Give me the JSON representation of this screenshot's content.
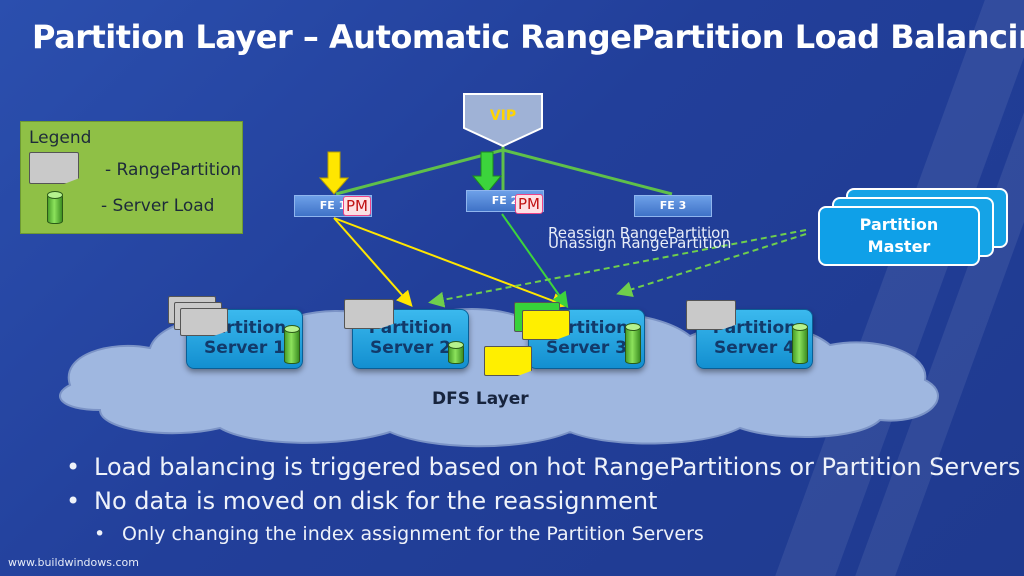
{
  "slide": {
    "title": "Partition Layer – Automatic RangePartition Load Balancing",
    "footer": "www.buildwindows.com"
  },
  "legend": {
    "title": "Legend",
    "range_partition_label": "- RangePartition",
    "server_load_label": "- Server Load"
  },
  "diagram": {
    "vip_label": "VIP",
    "front_ends": [
      "FE 1",
      "FE 2",
      "FE 3"
    ],
    "pm_badge": "PM",
    "annotation_reassign": "Reassign RangePartition",
    "annotation_unassign": "Unassign RangePartition",
    "partition_master": {
      "line1": "Partition",
      "line2": "Master"
    },
    "servers": [
      {
        "line1": "Partition",
        "line2": "Server 1",
        "load": 0.8
      },
      {
        "line1": "Partition",
        "line2": "Server 2",
        "load": 0.4
      },
      {
        "line1": "Partition",
        "line2": "Server 3",
        "load": 0.85
      },
      {
        "line1": "Partition",
        "line2": "Server 4",
        "load": 0.85
      }
    ],
    "dfs_label": "DFS Layer",
    "colors": {
      "accent_yellow": "#ffe600",
      "accent_green": "#3cd43c",
      "arrow_dashed": "#6fcf4c",
      "legend_bg": "#8fc046"
    }
  },
  "bullets": [
    {
      "level": 1,
      "text": "Load balancing is triggered based on hot RangePartitions or Partition Servers"
    },
    {
      "level": 1,
      "text": "No data is moved on disk for the reassignment"
    },
    {
      "level": 2,
      "text": "Only changing the index assignment for the Partition Servers"
    }
  ]
}
